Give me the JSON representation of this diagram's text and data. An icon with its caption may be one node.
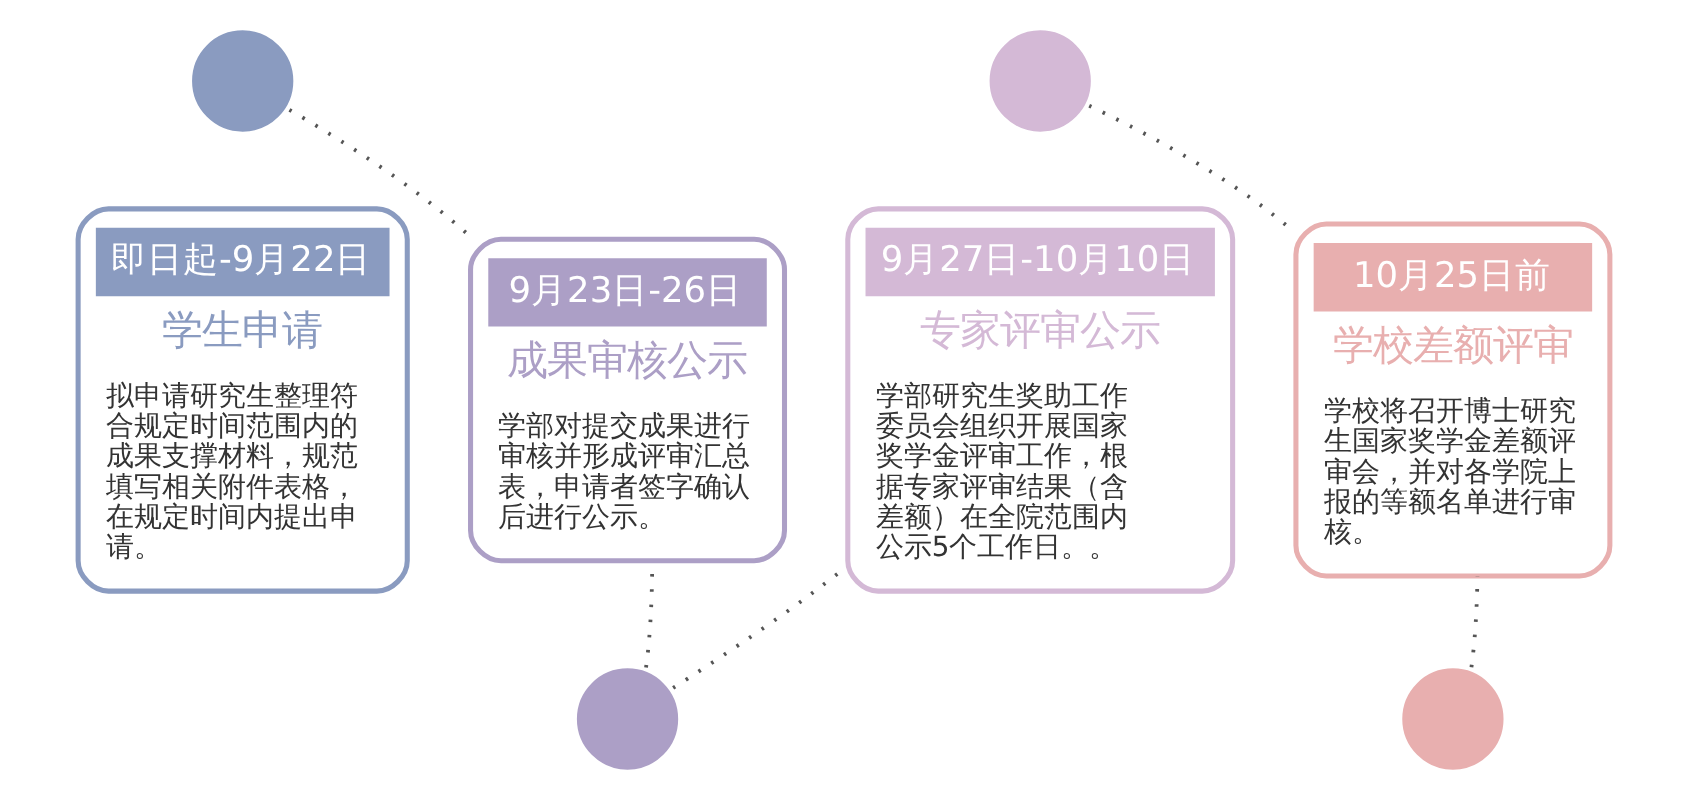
{
  "diagram": {
    "nodes": [
      {
        "text": [
          "即日起-9月22日",
          "学生申请",
          "拟申请研究生整理符合规定时间范围内的成果支撑材料，规范填写相关附件表格，在规定时间内提出申请。"
        ]
      },
      {
        "text": [
          "9月23日-26日",
          "成果审核公示",
          "学部对提交成果进行审核并形成评审汇总表，申请者签字确认后进行公示。"
        ]
      },
      {
        "text": [
          "9月27日-10月10日",
          "专家评审公示",
          "学部研究生奖助工作委员会组织开展国家奖学金评审工作，根据专家评审结果（含差额）在全院范围内公示5个工作日。。"
        ]
      },
      {
        "text": [
          "10月25日前",
          "学校差额评审",
          "学校将召开博士研究生国家奖学金差额评审会，并对各学院上报的等额名单进行审核。"
        ]
      },
      {
        "text": [],
        "shape": "circle"
      },
      {
        "text": [],
        "shape": "circle"
      },
      {
        "text": [],
        "shape": "circle"
      },
      {
        "text": [],
        "shape": "circle"
      }
    ],
    "edges": [
      {
        "from": 4,
        "to": 1,
        "arrow": "none",
        "style": "dashed"
      },
      {
        "from": 5,
        "to": 1,
        "arrow": "none",
        "style": "dashed"
      },
      {
        "from": 5,
        "to": 2,
        "arrow": "none",
        "style": "dashed"
      },
      {
        "from": 6,
        "to": 3,
        "arrow": "none",
        "style": "dashed"
      },
      {
        "from": 7,
        "to": 3,
        "arrow": "none",
        "style": "dashed"
      }
    ]
  }
}
